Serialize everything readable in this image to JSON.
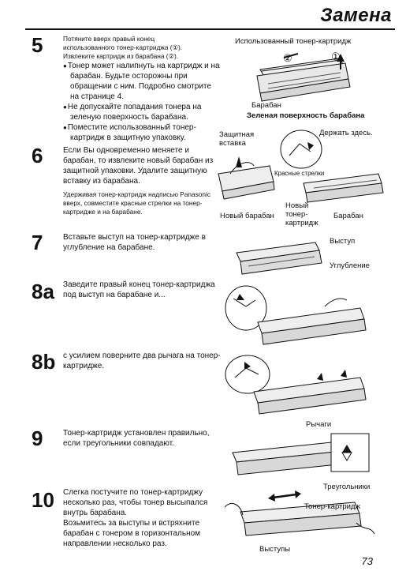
{
  "header": {
    "title": "Замена"
  },
  "steps": [
    {
      "number": "5",
      "lines": [
        "Потяните вверх правый конец",
        "использованного тонер-картриджа (①).",
        "Извлеките картридж из барабана (②)."
      ],
      "bullets": [
        "Тонер может налипнуть на картридж и на барабан. Будьте осторожны при обращении с ним. Подробно смотрите на странице 4.",
        "Не допускайте попадания тонера на зеленую поверхность барабана.",
        "Поместите использованный тонер-картридж в защитную упаковку."
      ]
    },
    {
      "number": "6",
      "text": "Если Вы одновременно меняете и барабан, то извлеките новый барабан из защитной упаковки. Удалите защитную вставку из барабана.",
      "note": "Удерживая тонер-картридж надписью Panasonic вверх, совместите красные стрелки на тонер-картридже и на барабане."
    },
    {
      "number": "7",
      "text": "Вставьте выступ на тонер-картридже в углубление на барабане."
    },
    {
      "number": "8a",
      "text": "Заведите правый конец тонер-картриджа под выступ на барабане и..."
    },
    {
      "number": "8b",
      "text": "с усилием поверните два рычага на тонер-картридже."
    },
    {
      "number": "9",
      "text": "Тонер-картридж установлен правильно, если треугольники совпадают."
    },
    {
      "number": "10",
      "text": "Слегка постучите по тонер-картриджу несколько раз, чтобы тонер высыпался внутрь барабана.",
      "text2": "Возьмитесь за выступы и встряхните барабан с тонером в горизонтальном направлении несколько раз."
    }
  ],
  "labels": {
    "used_cartridge": "Использованный тонер-картридж",
    "mark_1": "①",
    "mark_2": "②",
    "drum": "Барабан",
    "green_surface": "Зеленая поверхность барабана",
    "protective_insert": "Защитная вставка",
    "hold_here": "Держать здесь.",
    "red_arrows": "Красные стрелки",
    "new_drum": "Новый барабан",
    "new_cartridge": "Новый тонер-картридж",
    "drum2": "Барабан",
    "tab": "Выступ",
    "recess": "Углубление",
    "levers": "Рычаги",
    "triangles": "Треугольники",
    "toner_cartridge": "Тонер-картридж",
    "tabs": "Выступы"
  },
  "page_number": "73"
}
